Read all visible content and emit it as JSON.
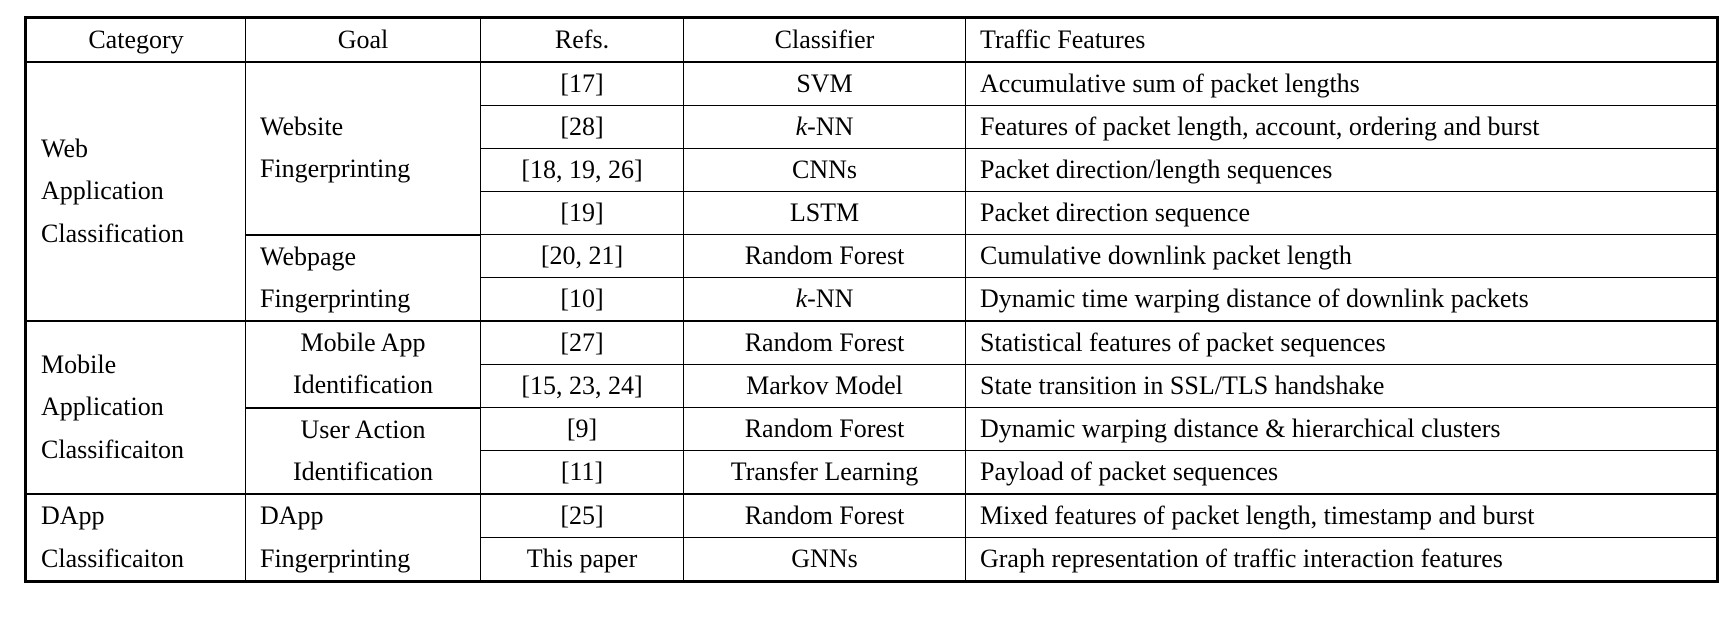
{
  "table": {
    "caption": "",
    "columns": [
      "Category",
      "Goal",
      "Refs.",
      "Classifier",
      "Traffic Features"
    ],
    "sections": [
      {
        "category": "Web Application Classification",
        "category_lines": [
          "Web",
          "Application",
          "Classification"
        ],
        "goals": [
          {
            "goal_lines": [
              "Website",
              "Fingerprinting"
            ],
            "goal_align": "left",
            "rows": [
              {
                "refs": "[17]",
                "classifier": "SVM",
                "classifier_italic_prefix": "",
                "features": "Accumulative sum of packet lengths"
              },
              {
                "refs": "[28]",
                "classifier": "-NN",
                "classifier_italic_prefix": "k",
                "features": "Features of packet length, account, ordering and burst"
              },
              {
                "refs": "[18, 19, 26]",
                "classifier": "CNNs",
                "classifier_italic_prefix": "",
                "features": "Packet direction/length sequences"
              },
              {
                "refs": "[19]",
                "classifier": "LSTM",
                "classifier_italic_prefix": "",
                "features": "Packet direction sequence"
              }
            ]
          },
          {
            "goal_lines": [
              "Webpage",
              "Fingerprinting"
            ],
            "goal_align": "left",
            "rows": [
              {
                "refs": "[20, 21]",
                "classifier": "Random Forest",
                "classifier_italic_prefix": "",
                "features": "Cumulative downlink packet length"
              },
              {
                "refs": "[10]",
                "classifier": "-NN",
                "classifier_italic_prefix": "k",
                "features": "Dynamic time warping distance of downlink packets"
              }
            ]
          }
        ]
      },
      {
        "category": "Mobile Application Classificaiton",
        "category_lines": [
          "Mobile",
          "Application",
          "Classificaiton"
        ],
        "goals": [
          {
            "goal_lines": [
              "Mobile App",
              "Identification"
            ],
            "goal_align": "center",
            "rows": [
              {
                "refs": "[27]",
                "classifier": "Random Forest",
                "classifier_italic_prefix": "",
                "features": "Statistical features of packet sequences"
              },
              {
                "refs": "[15, 23, 24]",
                "classifier": "Markov Model",
                "classifier_italic_prefix": "",
                "features": "State transition in SSL/TLS handshake"
              }
            ]
          },
          {
            "goal_lines": [
              "User Action",
              "Identification"
            ],
            "goal_align": "center",
            "rows": [
              {
                "refs": "[9]",
                "classifier": "Random Forest",
                "classifier_italic_prefix": "",
                "features": "Dynamic warping distance & hierarchical clusters"
              },
              {
                "refs": "[11]",
                "classifier": "Transfer Learning",
                "classifier_italic_prefix": "",
                "features": "Payload of packet sequences"
              }
            ]
          }
        ]
      },
      {
        "category": "DApp Classificaiton",
        "category_lines": [
          "DApp",
          "Classificaiton"
        ],
        "goals": [
          {
            "goal_lines": [
              "DApp",
              "Fingerprinting"
            ],
            "goal_align": "left",
            "rows": [
              {
                "refs": "[25]",
                "classifier": "Random Forest",
                "classifier_italic_prefix": "",
                "features": "Mixed features of packet length, timestamp and burst"
              },
              {
                "refs": "This paper",
                "classifier": "GNNs",
                "classifier_italic_prefix": "",
                "features": "Graph representation of traffic interaction features"
              }
            ]
          }
        ]
      }
    ]
  },
  "colors": {
    "rule": "#000000",
    "text": "#000000",
    "background": "#ffffff"
  }
}
